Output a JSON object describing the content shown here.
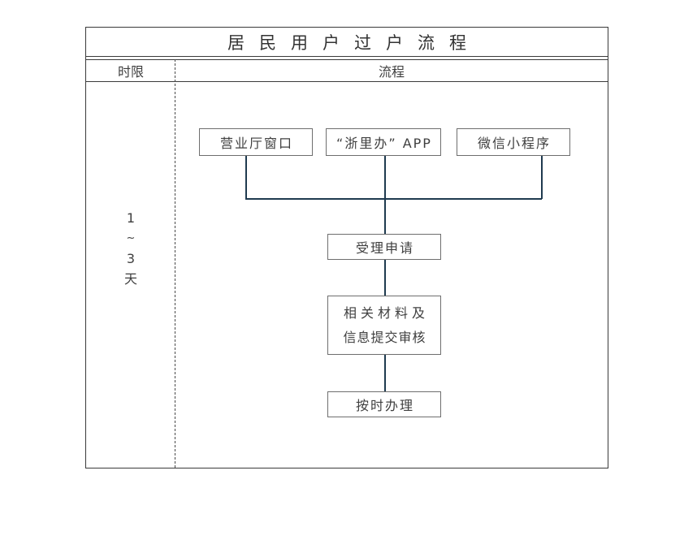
{
  "title": "居民用户过户流程",
  "header": {
    "time_label": "时限",
    "flow_label": "流程"
  },
  "time_limit": {
    "lines": [
      "1",
      "~",
      "3",
      "天"
    ]
  },
  "flow": {
    "channels": [
      {
        "label": "营业厅窗口"
      },
      {
        "label": "“浙里办” APP"
      },
      {
        "label": "微信小程序"
      }
    ],
    "steps": [
      {
        "label": "受理申请"
      },
      {
        "lines": [
          "相关材料及",
          "信息提交审核"
        ]
      },
      {
        "label": "按时办理"
      }
    ]
  },
  "colors": {
    "table_border": "#3a3a3a",
    "box_border": "#6e6e6e",
    "text": "#3f3f3f",
    "connector": "#1f3a4f",
    "background": "#ffffff"
  }
}
